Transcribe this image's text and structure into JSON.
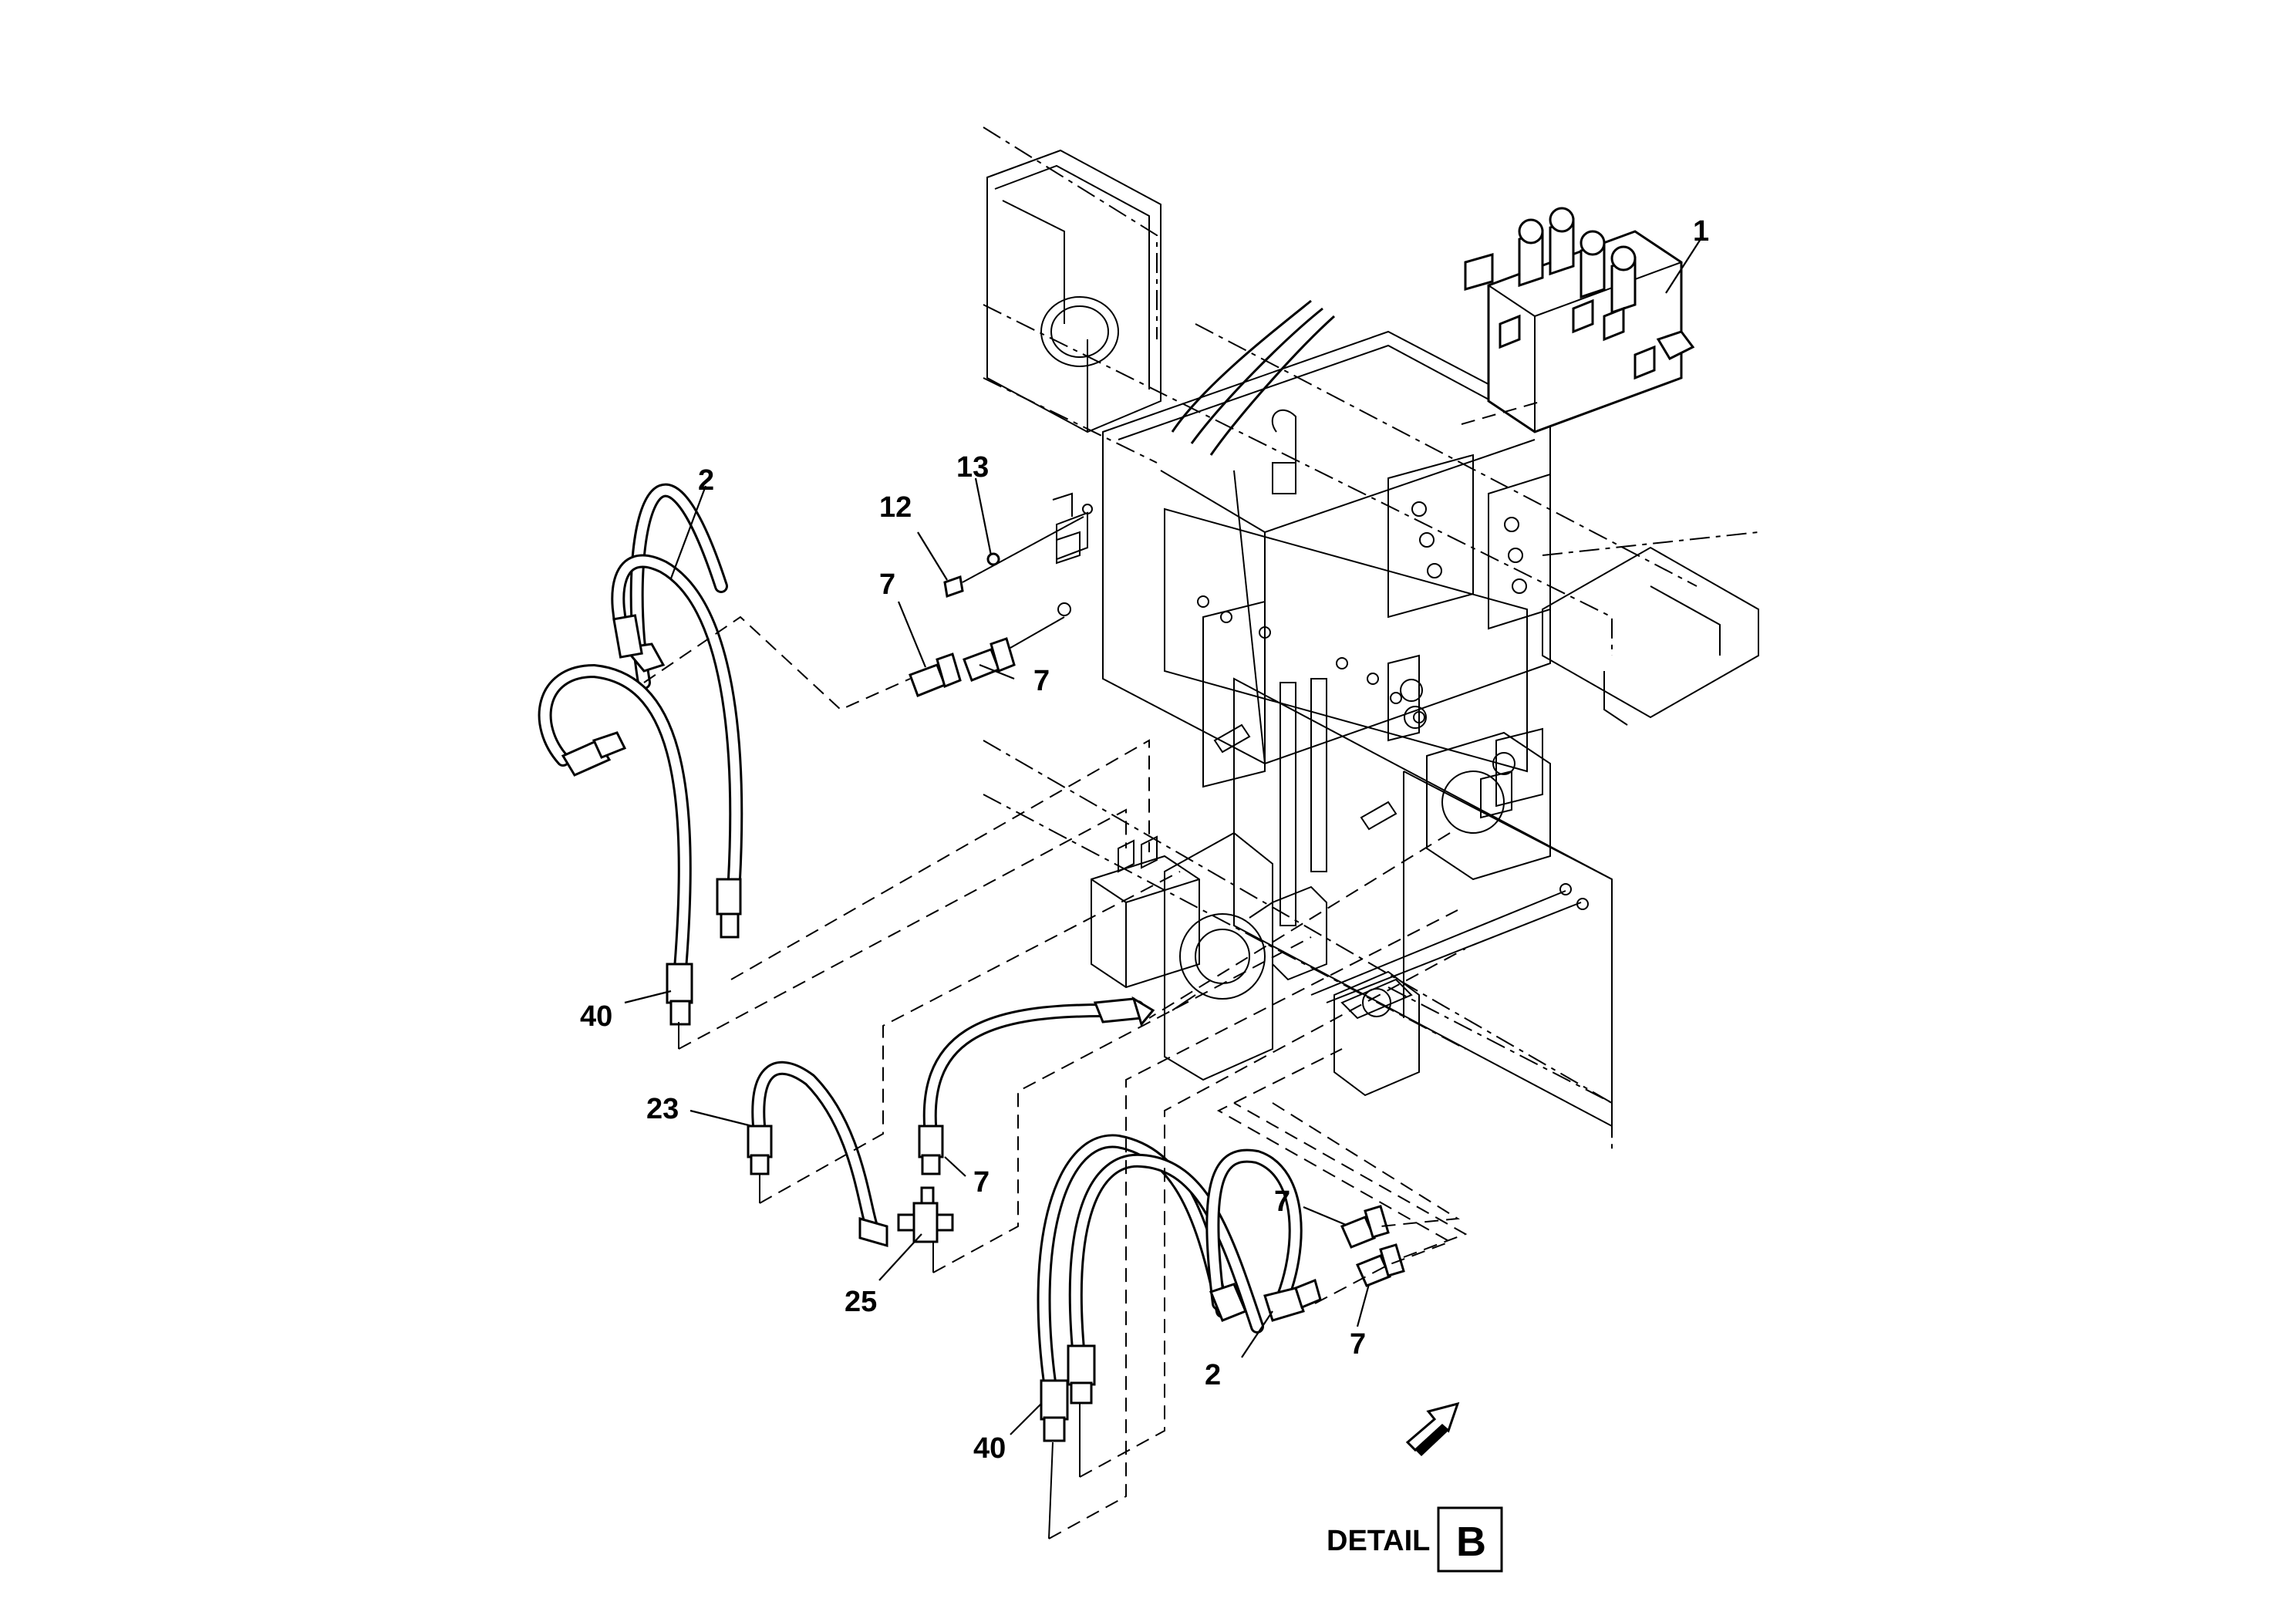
{
  "callouts": {
    "c1": "1",
    "c2_top": "2",
    "c2_bottom": "2",
    "c7_a": "7",
    "c7_b": "7",
    "c7_c": "7",
    "c7_d": "7",
    "c7_e": "7",
    "c12": "12",
    "c13": "13",
    "c23": "23",
    "c25": "25",
    "c40_left": "40",
    "c40_bottom": "40"
  },
  "detail": {
    "label": "DETAIL",
    "letter": "B"
  }
}
